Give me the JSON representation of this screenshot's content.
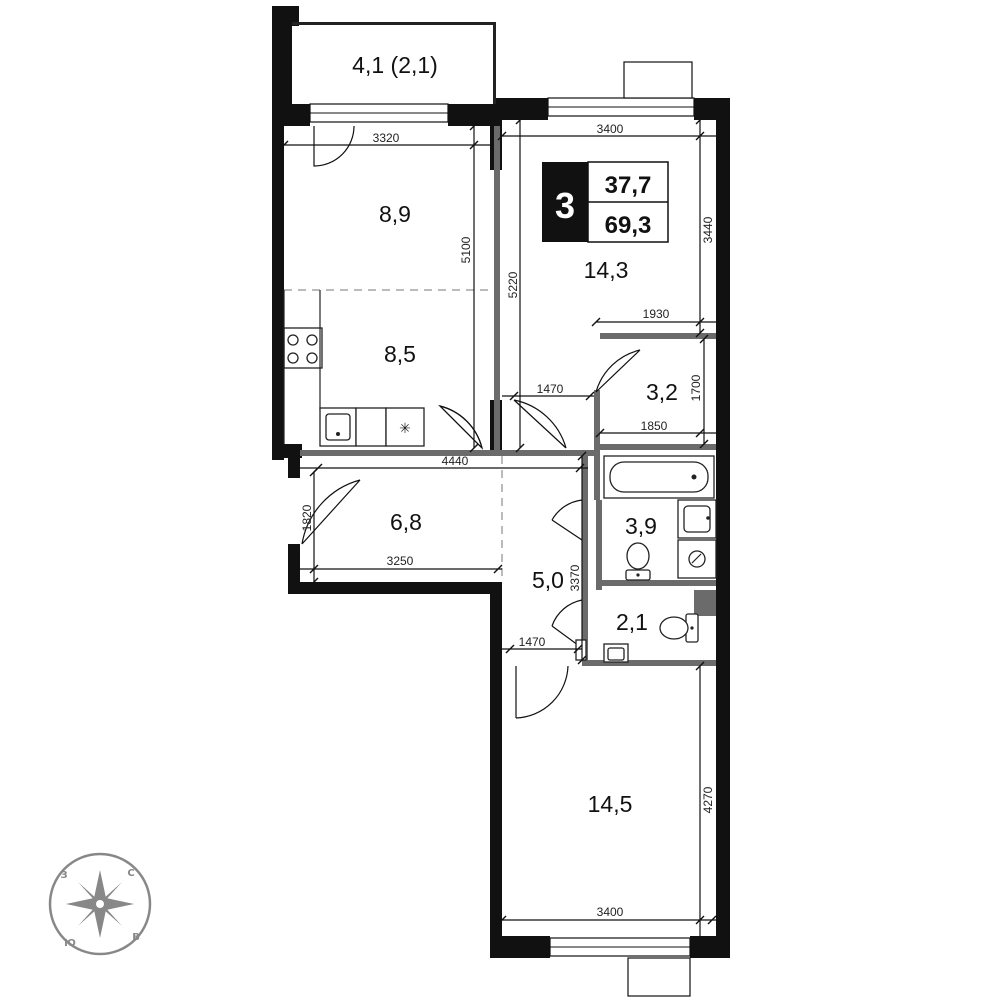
{
  "badge": {
    "rooms": "3",
    "living_area": "37,7",
    "total_area": "69,3"
  },
  "areas": {
    "balcony": "4,1 (2,1)",
    "room_top_left": "8,9",
    "kitchen": "8,5",
    "room_top_right": "14,3",
    "storage": "3,2",
    "hall": "6,8",
    "bathroom": "3,9",
    "corridor": "5,0",
    "toilet": "2,1",
    "room_bottom": "14,5"
  },
  "dimensions": {
    "top_left_width": "3320",
    "top_left_height": "5100",
    "top_right_width": "3400",
    "top_right_height_1": "3440",
    "top_right_height_2": "5220",
    "storage_width_top": "1930",
    "storage_height": "1700",
    "storage_width_bottom": "1850",
    "door_width_top": "1470",
    "hall_length": "4440",
    "hall_height": "1820",
    "hall_width": "3250",
    "corridor_height": "3370",
    "door_width_bottom": "1470",
    "bottom_room_height": "4270",
    "bottom_room_width": "3400"
  },
  "compass": {
    "north": "С",
    "south": "Ю",
    "east": "В",
    "west": "З"
  },
  "colors": {
    "wall": "#111111",
    "partition": "#6b6b6b",
    "badge_bg": "#111111",
    "compass": "#888888"
  }
}
